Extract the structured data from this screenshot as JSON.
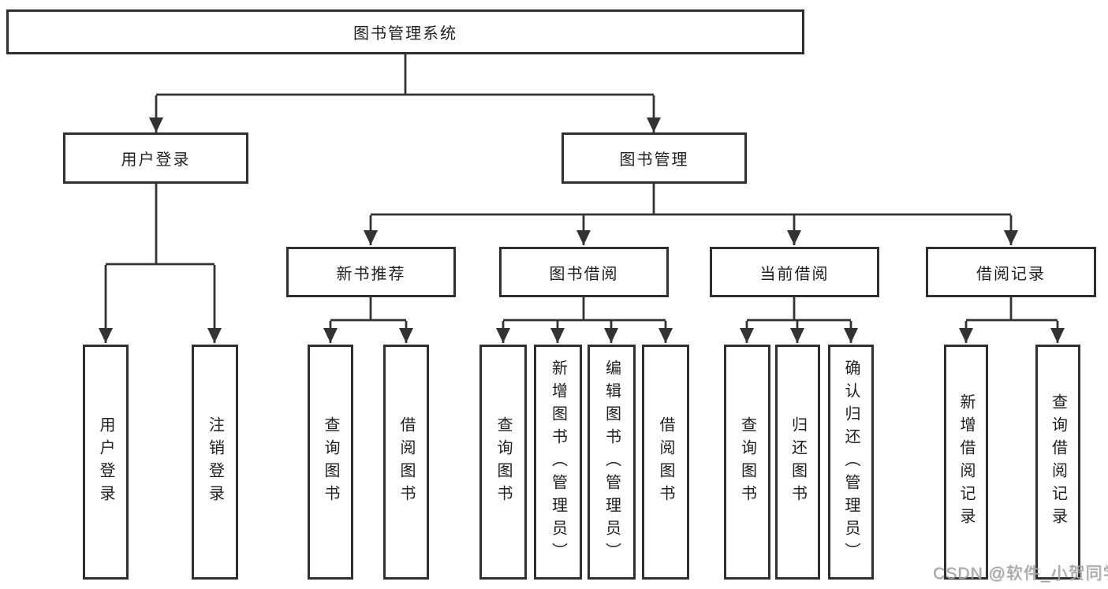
{
  "tree": {
    "root": {
      "label": "图书管理系统"
    },
    "level2": [
      {
        "label": "用户登录",
        "children": [
          {
            "label": "用户登录"
          },
          {
            "label": "注销登录"
          }
        ]
      },
      {
        "label": "图书管理",
        "children": [
          {
            "label": "新书推荐",
            "children": [
              {
                "label": "查询图书"
              },
              {
                "label": "借阅图书"
              }
            ]
          },
          {
            "label": "图书借阅",
            "children": [
              {
                "label": "查询图书"
              },
              {
                "label": "新增图书（管理员）"
              },
              {
                "label": "编辑图书（管理员）"
              },
              {
                "label": "借阅图书"
              }
            ]
          },
          {
            "label": "当前借阅",
            "children": [
              {
                "label": "查询图书"
              },
              {
                "label": "归还图书"
              },
              {
                "label": "确认归还（管理员）"
              }
            ]
          },
          {
            "label": "借阅记录",
            "children": [
              {
                "label": "新增借阅记录"
              },
              {
                "label": "查询借阅记录"
              }
            ]
          }
        ]
      }
    ]
  },
  "watermark": "CSDN @软件_小贺同学",
  "colors": {
    "line": "#333333",
    "box_border": "#2f2f2f",
    "text": "#1f1f1f",
    "watermark": "#a6a6a6",
    "background": "#ffffff"
  }
}
